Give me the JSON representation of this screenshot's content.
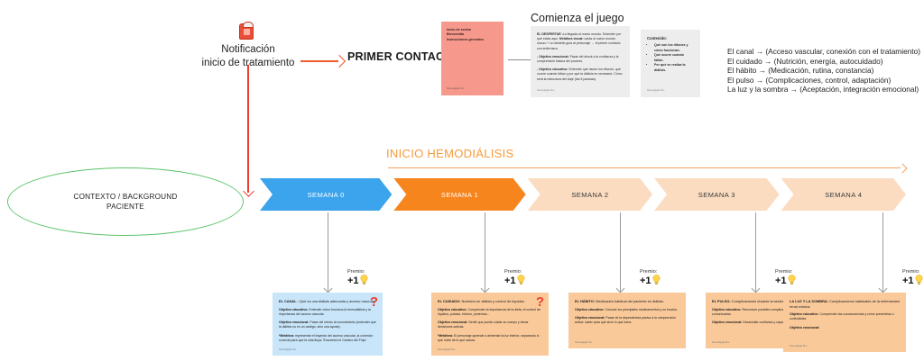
{
  "top": {
    "siren_icon": "alarm-siren-icon",
    "notification_label_line1": "Notificación",
    "notification_label_line2": "inicio de tratamiento",
    "primer_contacto": "PRIMER CONTACTO",
    "comienza_title": "Comienza el juego"
  },
  "pink_card": {
    "lines": [
      "Inicio de sesión",
      "Bienvenida",
      "Instrucciones generales"
    ],
    "footer": "Creo Apps S.L.",
    "color": "#f6998c"
  },
  "gray_card_1": {
    "title": "EL DESPERTAR :",
    "title_rest": "La llegada al nuevo mundo. Entender por qué estás aquí. ",
    "bold_mid": "Metáfora visual:",
    "title_tail": " caída al nuevo mundo oscuro + un destello guía al personaje → el primer contacto con enfermera.",
    "para1_label": "- Objetivo emocional:",
    "para1_text": " Pasar del shock a la confianza y la comprensión básica del proceso.",
    "para2_label": "- Objetivo educativo:",
    "para2_text": " Entender qué hacen los riñones, qué ocurre cuando fallan y por qué la diálisis es necesaria. Cómo será la estructura del viaje (las 5 paradas).",
    "footer": "Creo Apps S.L."
  },
  "gray_card_2": {
    "header": "Contenido:",
    "bullets": [
      "Qué son los riñones y cómo funcionan.",
      "Qué ocurre cuando fallan.",
      "Por qué se realiza la diálisis."
    ],
    "footer": "Creo Apps S.L."
  },
  "legend": {
    "rows": [
      "El canal → (Acceso vascular, conexión con el tratamiento)",
      "El cuidado → (Nutrición, energía, autocuidado)",
      "El hábito → (Medicación, rutina, constancia)",
      "El pulso → (Complicaciones, control, adaptación)",
      "La luz y la sombra → (Aceptación, integración emocional)"
    ]
  },
  "timeline": {
    "heading": "INICIO HEMODIÁLISIS",
    "heading_color": "#f59b3c",
    "weeks": [
      {
        "label": "SEMANA 0",
        "bg": "#3ba4ec",
        "fg": "#ffffff",
        "width": 148
      },
      {
        "label": "SEMANA 1",
        "bg": "#f7851e",
        "fg": "#ffffff",
        "width": 148
      },
      {
        "label": "SEMANA 2",
        "bg": "#fbdcc0",
        "fg": "#3a3a3a",
        "width": 140
      },
      {
        "label": "SEMANA 3",
        "bg": "#fbdcc0",
        "fg": "#3a3a3a",
        "width": 140
      },
      {
        "label": "SEMANA 4",
        "bg": "#fbdcc0",
        "fg": "#3a3a3a",
        "width": 140
      }
    ]
  },
  "prize": {
    "label": "Premio:",
    "value": "+1",
    "icon": "lightbulb-icon"
  },
  "cards": [
    {
      "bg": "#c9e5f9",
      "has_question": true,
      "title_bold": "EL CANAL :",
      "title_rest": " Qué es una diálisis adecuada y acceso vascular.",
      "p1_label": "Objetivo educativo:",
      "p1_text": " Entender cómo funciona la hemodiálisis y la importancia del acceso vascular.",
      "p2_label": "Objetivo emocional:",
      "p2_text": " Pasar del miedo al conocimiento (entender que la diálisis no es un castigo, sino una ayuda).",
      "p3_label": "*Metáfora:",
      "p3_text": " representar el trayecto del acceso vascular, la conexión correcta para que la vida fluya: 'Encuentra el Camino del Flujo'",
      "footer": "Creo Apps S.L."
    },
    {
      "bg": "#f9c99a",
      "has_question": true,
      "title_bold": "EL CUIDADO:",
      "title_rest": " Nutrición en diálisis y control de líquidos.",
      "p1_label": "Objetivo educativo:",
      "p1_text": " Comprender la importancia de la dieta, el control de líquidos, potasio, fósforo, proteínas...",
      "p2_label": "Objetivo emocional:",
      "p2_text": " Sentir que puede cuidar su cuerpo y tomar decisiones activas.",
      "p3_label": "*Metáfora:",
      "p3_text": " El personaje aprende a alimentar la luz interior, separando lo que nutre de lo que satura.",
      "footer": "Creo Apps S.L."
    },
    {
      "bg": "#f9c99a",
      "has_question": false,
      "title_bold": "EL HÁBITO:",
      "title_rest": " Medicación habitual del paciente en diálisis.",
      "p1_label": "Objetivo educativo:",
      "p1_text": " Conocer los principales medicamentos y su función.",
      "p2_label": "Objetivo emocional:",
      "p2_text": " Pasar de la dependencia pasiva a la comprensión activa: saber para qué sirve lo que toma.",
      "p3_label": "",
      "p3_text": "",
      "footer": "Creo Apps S.L."
    },
    {
      "bg": "#f9c99a",
      "has_question": false,
      "title_bold": "EL PULSO:",
      "title_rest": " Complicaciones durante la sesión de diálisis.",
      "p1_label": "Objetivo educativo:",
      "p1_text": " Reconocer posibles complicaciones y cómo actuar o comunicarlas.",
      "p2_label": "Objetivo emocional:",
      "p2_text": " Desarrollar confianza y capacidad de respuesta.",
      "p3_label": "",
      "p3_text": "",
      "footer": "Creo Apps S.L."
    },
    {
      "bg": "#f9c99a",
      "has_question": false,
      "title_bold": "LA LUZ Y LA SOMBRA:",
      "title_rest": " Complicaciones habituales de la enfermedad renal crónica.",
      "p1_label": "Objetivo educativo:",
      "p1_text": " Comprender las consecuencias y cómo prevenirlas o controlarlas.",
      "p2_label": "Objetivo emocional:",
      "p2_text": "",
      "p3_label": "",
      "p3_text": "",
      "footer": "Creo Apps S.L."
    }
  ],
  "context_ellipse": {
    "line1": "CONTEXTO / BACKGROUND",
    "line2": "PACIENTE",
    "border_color": "#5cc46a"
  }
}
